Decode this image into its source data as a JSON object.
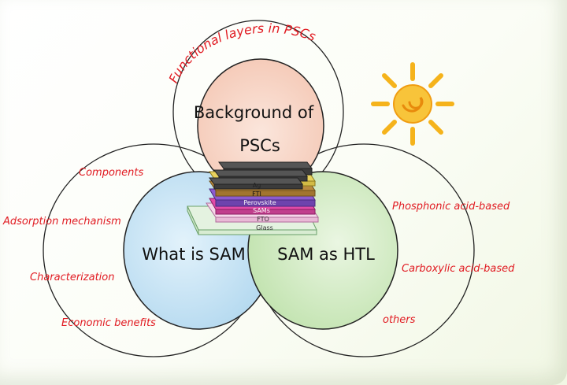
{
  "arc_title": "Functional layers in PSCs",
  "circles": {
    "top": [
      "Background of",
      "PSCs"
    ],
    "left": "What is SAM",
    "right": "SAM as HTL"
  },
  "left_items": [
    "Components",
    "Adsorption mechanism",
    "Characterization",
    "Economic benefits"
  ],
  "right_items": [
    "Phosphonic acid-based",
    "Carboxylic acid-based",
    "others"
  ],
  "device_layers": [
    "Ag",
    "FTI",
    "Perovskite",
    "SAMs",
    "FTO",
    "Glass"
  ],
  "colors": {
    "red": "#e11b22",
    "top_fill": "#f7d4c6",
    "left_fill": "#bfe0f3",
    "right_fill": "#cde8bd",
    "sun": "#f5b31b"
  },
  "icon": "sun-icon"
}
